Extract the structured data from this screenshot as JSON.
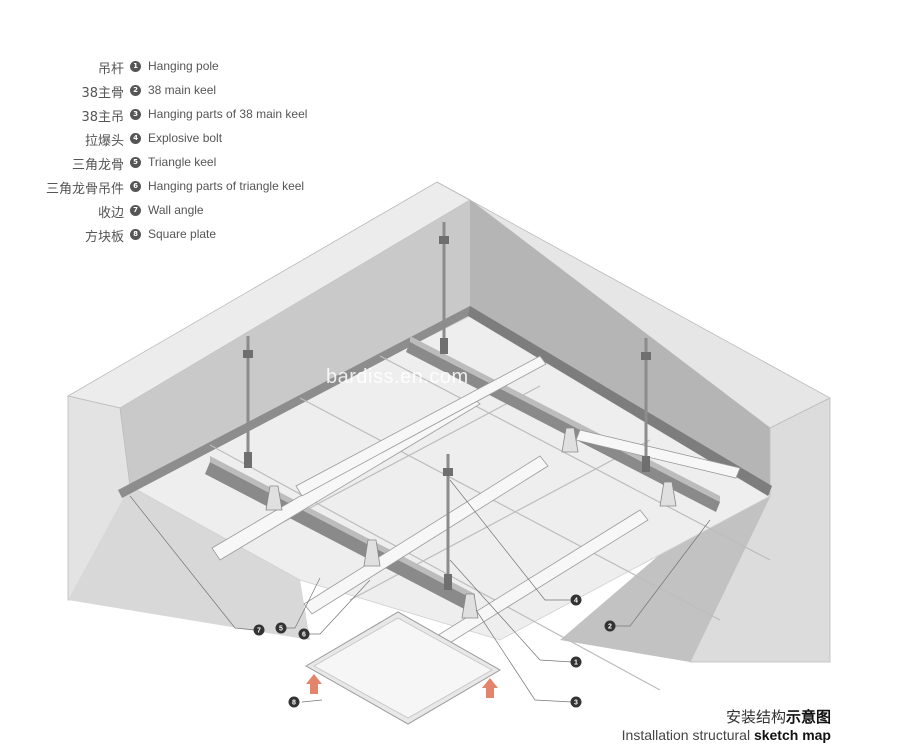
{
  "legend": [
    {
      "num": "1",
      "cn": "吊杆",
      "en": "Hanging pole"
    },
    {
      "num": "2",
      "cn": "38主骨",
      "en": "38 main keel"
    },
    {
      "num": "3",
      "cn": "38主吊",
      "en": "Hanging parts of 38 main keel"
    },
    {
      "num": "4",
      "cn": "拉爆头",
      "en": "Explosive bolt"
    },
    {
      "num": "5",
      "cn": "三角龙骨",
      "en": "Triangle keel"
    },
    {
      "num": "6",
      "cn": "三角龙骨吊件",
      "en": "Hanging parts of triangle keel"
    },
    {
      "num": "7",
      "cn": "收边",
      "en": "Wall angle"
    },
    {
      "num": "8",
      "cn": "方块板",
      "en": "Square plate"
    }
  ],
  "caption": {
    "cn_regular": "安装结构",
    "cn_bold": "示意图",
    "en_regular": "Installation structural ",
    "en_bold": "sketch map"
  },
  "watermark": "bardiss.en.com",
  "callouts": [
    "7",
    "5",
    "6",
    "4",
    "2",
    "1",
    "3",
    "8"
  ],
  "colors": {
    "wall_light": "#ececec",
    "wall_mid": "#cfcfcf",
    "wall_dark": "#a9a9a9",
    "arrow": "#e2856a",
    "keel": "#f5f5f5"
  }
}
